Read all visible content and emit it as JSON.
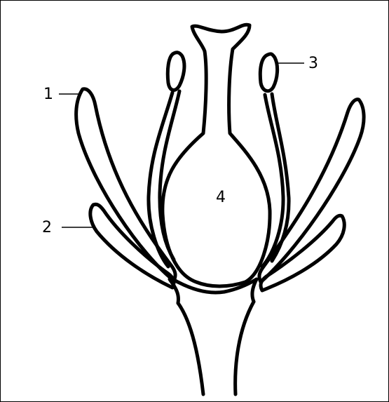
{
  "diagram": {
    "labels": {
      "sepal": "1",
      "petal": "2",
      "stamen": "3",
      "pistil": "4"
    },
    "colors": {
      "stroke": "#000000",
      "background": "#ffffff"
    }
  }
}
